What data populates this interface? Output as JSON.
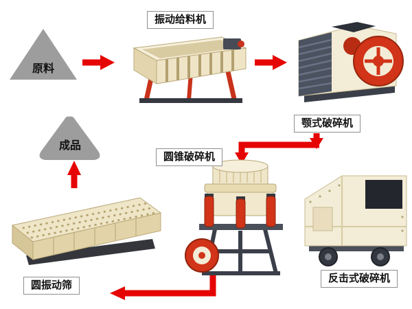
{
  "diagram": {
    "nodes": {
      "raw_material": {
        "label": "原料"
      },
      "vibrating_feeder": {
        "label": "振动给料机"
      },
      "jaw_crusher": {
        "label": "颚式破碎机"
      },
      "cone_crusher": {
        "label": "圆锥破碎机"
      },
      "impact_crusher": {
        "label": "反击式破碎机"
      },
      "vibrating_screen": {
        "label": "圆振动筛"
      },
      "finished_product": {
        "label": "成品"
      }
    },
    "colors": {
      "arrow_red": "#e60505",
      "node_gray": "#9d9d9d",
      "machine_cream": "#f3ecd6",
      "machine_red": "#d13418",
      "machine_dark": "#3b3f4a",
      "label_border": "#8f8f8f",
      "background": "#ffffff"
    }
  }
}
